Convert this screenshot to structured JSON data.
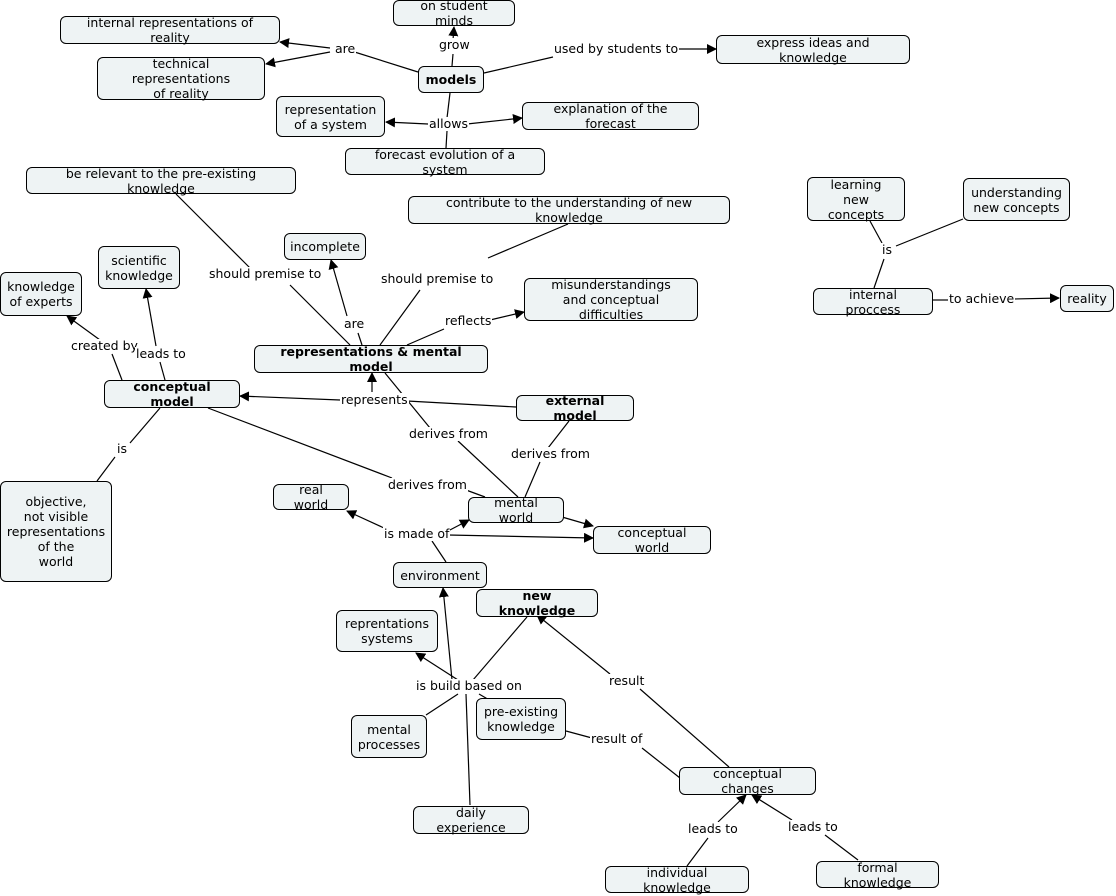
{
  "concept_map": {
    "nodes": {
      "models": "models",
      "on_student_minds": "on student minds",
      "internal_reps": "internal representations of reality",
      "technical_reps": "technical representations\nof reality",
      "express_ideas": "express ideas and knowledge",
      "rep_system": "representation\nof a system",
      "explanation_forecast": "explanation of the forecast",
      "forecast_evolution": "forecast evolution of a system",
      "relevant_preexisting": "be relevant to the pre-existing knowledge",
      "contribute_understanding": "contribute to the understanding of new knowledge",
      "incomplete": "incomplete",
      "scientific_knowledge": "scientific\nknowledge",
      "knowledge_experts": "knowledge\nof experts",
      "misunderstandings": "misunderstandings\nand conceptual difficulties",
      "rep_mental_model": "representations & mental model",
      "conceptual_model": "conceptual model",
      "external_model": "external model",
      "objective": "objective,\nnot visible\nrepresentations\nof the\nworld",
      "real_world": "real world",
      "mental_world": "mental world",
      "conceptual_world": "conceptual world",
      "environment": "environment",
      "new_knowledge": "new knowledge",
      "reprentations_systems": "reprentations\nsystems",
      "pre_existing": "pre-existing\nknowledge",
      "mental_processes": "mental\nprocesses",
      "daily_experience": "daily experience",
      "conceptual_changes": "conceptual changes",
      "individual_knowledge": "individual knowledge",
      "formal_knowledge": "formal knowledge",
      "learning_new": "learning\nnew concepts",
      "understanding_new": "understanding\nnew concepts",
      "internal_process": "internal proccess",
      "reality": "reality"
    },
    "links": {
      "are_1": "are",
      "grow": "grow",
      "used_by_students": "used by students to",
      "allows": "allows",
      "should_premise_1": "should premise to",
      "should_premise_2": "should premise to",
      "are_2": "are",
      "reflects": "reflects",
      "created_by": "created by",
      "leads_to_1": "leads to",
      "represents": "represents",
      "derives_from_1": "derives from",
      "derives_from_2": "derives from",
      "derives_from_3": "derives from",
      "is_1": "is",
      "is_made_of": "is made of",
      "is_build_based_on": "is build based on",
      "result": "result",
      "result_of": "result of",
      "leads_to_2": "leads to",
      "leads_to_3": "leads to",
      "is_2": "is",
      "to_achieve": "to achieve"
    }
  }
}
